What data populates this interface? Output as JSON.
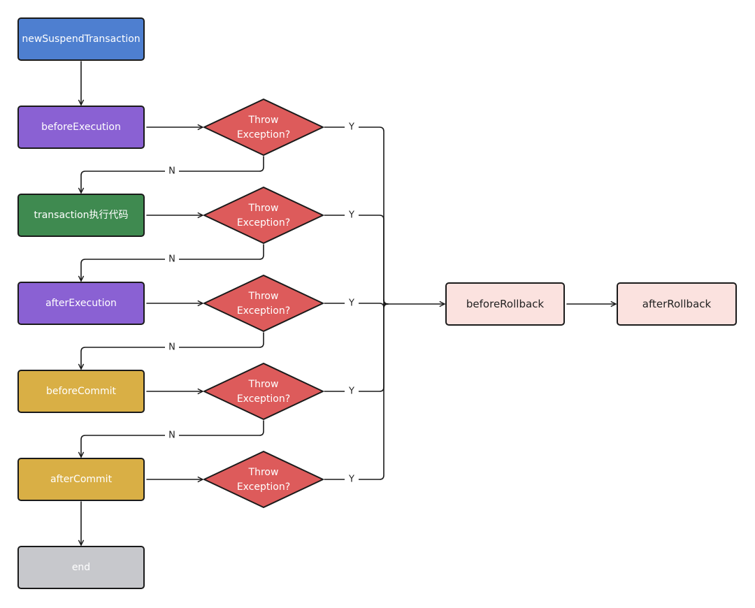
{
  "colors": {
    "blue": "#4e7fd0",
    "purple": "#8a61d3",
    "green": "#3f8a50",
    "yellow": "#d9af45",
    "gray": "#c7c8cc",
    "red": "#dd5b5b",
    "pink": "#fbe2df",
    "outline": "#1a1a1a"
  },
  "nodes": {
    "newSuspendTransaction": "newSuspendTransaction",
    "beforeExecution": "beforeExecution",
    "transactionExec": "transaction执行代码",
    "afterExecution": "afterExecution",
    "beforeCommit": "beforeCommit",
    "afterCommit": "afterCommit",
    "end": "end",
    "beforeRollback": "beforeRollback",
    "afterRollback": "afterRollback"
  },
  "decision": {
    "line1": "Throw",
    "line2": "Exception?"
  },
  "labels": {
    "yes": "Y",
    "no": "N"
  }
}
